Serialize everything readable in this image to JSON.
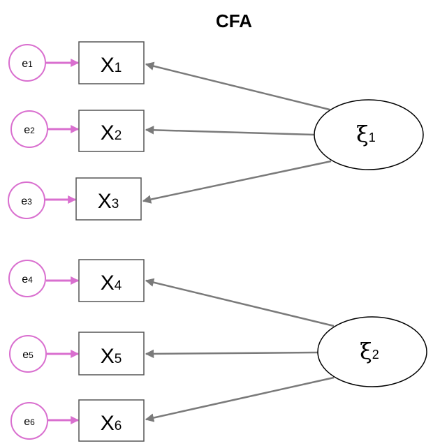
{
  "title": "CFA",
  "latents": [
    {
      "symbol": "ξ",
      "sub": "1"
    },
    {
      "symbol": "ξ",
      "sub": "2"
    }
  ],
  "indicators": [
    {
      "symbol": "X",
      "sub": "1"
    },
    {
      "symbol": "X",
      "sub": "2"
    },
    {
      "symbol": "X",
      "sub": "3"
    },
    {
      "symbol": "X",
      "sub": "4"
    },
    {
      "symbol": "X",
      "sub": "5"
    },
    {
      "symbol": "X",
      "sub": "6"
    }
  ],
  "errors": [
    {
      "symbol": "e",
      "sub": "1"
    },
    {
      "symbol": "e",
      "sub": "2"
    },
    {
      "symbol": "e",
      "sub": "3"
    },
    {
      "symbol": "e",
      "sub": "4"
    },
    {
      "symbol": "e",
      "sub": "5"
    },
    {
      "symbol": "e",
      "sub": "6"
    }
  ],
  "colors": {
    "error_stroke": "#d96fcf",
    "error_arrow": "#d96fcf",
    "loading_arrow": "#7a7a7a",
    "box_stroke": "#555555",
    "latent_stroke": "#000000"
  }
}
